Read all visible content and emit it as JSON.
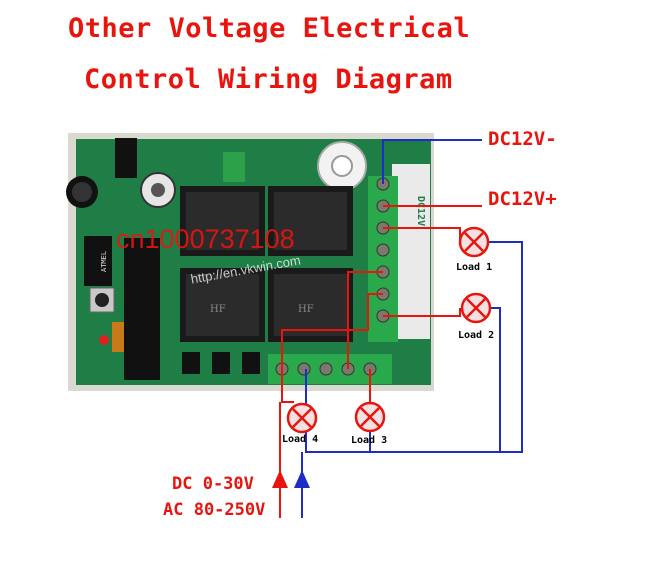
{
  "title_line1": "Other Voltage Electrical",
  "title_line2": "Control Wiring Diagram",
  "power": {
    "negative": "DC12V-",
    "positive": "DC12V+"
  },
  "supply": {
    "dc": "DC 0-30V",
    "ac": "AC 80-250V"
  },
  "loads": [
    "Load 1",
    "Load 2",
    "Load 4",
    "Load 3"
  ],
  "watermark": {
    "main": "cn1000737108",
    "url": "http://en.vkwin.com"
  },
  "board": {
    "terminal_label": "DC12V",
    "relay_text": "HF",
    "chip_text": "ATMEL"
  },
  "colors": {
    "red": "#e8150f",
    "blue": "#1e2cc8",
    "board": "#1f7d46",
    "terminal": "#2aa84c"
  }
}
